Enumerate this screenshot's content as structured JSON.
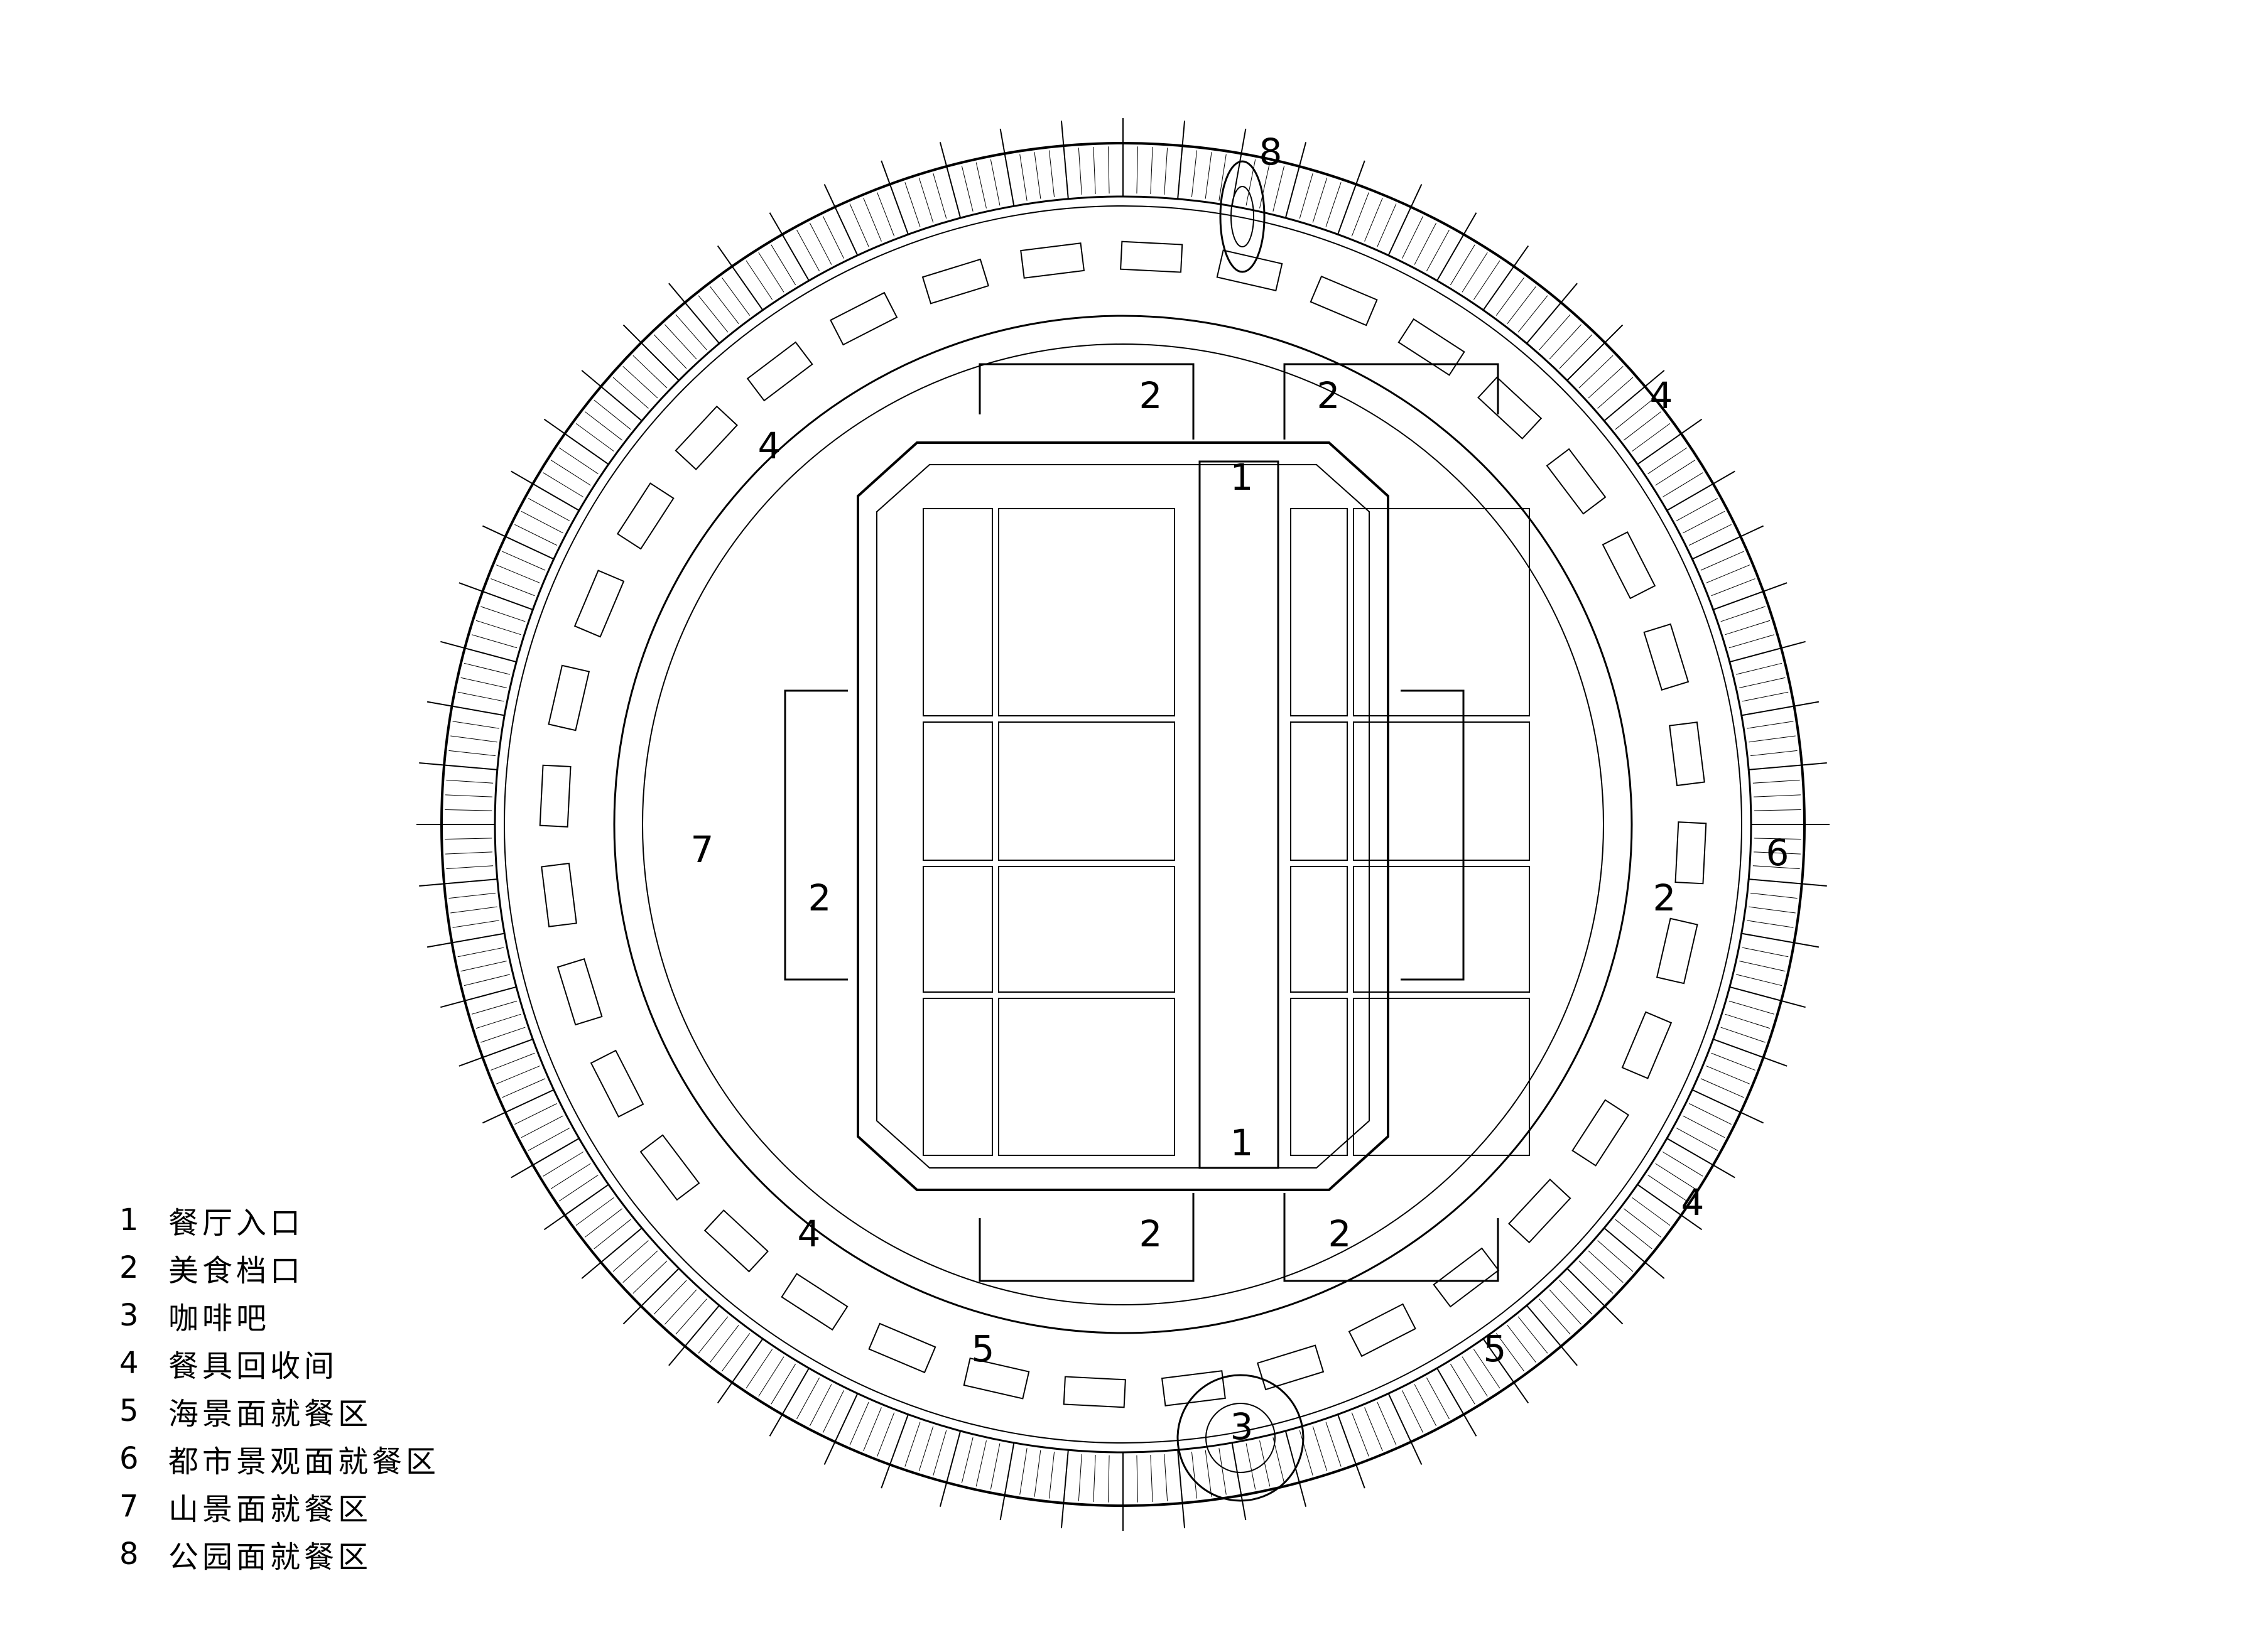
{
  "legend": [
    {
      "num": "1",
      "label": "餐厅入口"
    },
    {
      "num": "2",
      "label": "美食档口"
    },
    {
      "num": "3",
      "label": "咖啡吧"
    },
    {
      "num": "4",
      "label": "餐具回收间"
    },
    {
      "num": "5",
      "label": "海景面就餐区"
    },
    {
      "num": "6",
      "label": "都市景观面就餐区"
    },
    {
      "num": "7",
      "label": "山景面就餐区"
    },
    {
      "num": "8",
      "label": "公园面就餐区"
    }
  ],
  "markers": [
    "1",
    "1",
    "2",
    "2",
    "2",
    "2",
    "2",
    "2",
    "3",
    "4",
    "4",
    "4",
    "4",
    "5",
    "5",
    "6",
    "7",
    "8"
  ]
}
